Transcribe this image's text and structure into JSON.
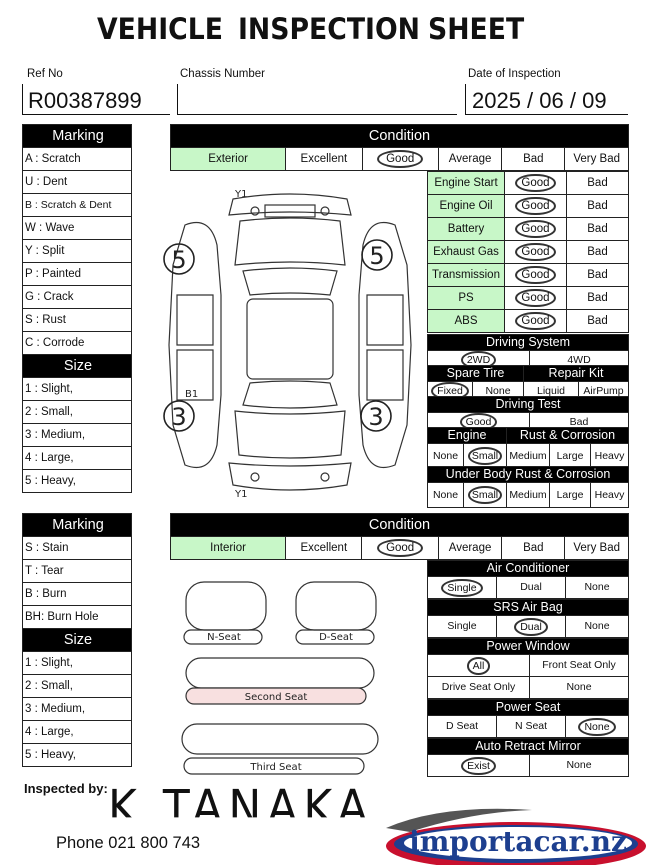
{
  "header": {
    "title_words": [
      "VEHICLE",
      "INSPECTION",
      "SHEET"
    ]
  },
  "fields": {
    "ref_label": "Ref No",
    "ref_value": "R00387899",
    "chassis_label": "Chassis Number",
    "chassis_value": "",
    "date_label": "Date of Inspection",
    "date_value": "2025 / 06 / 09"
  },
  "marking_exterior": {
    "title": "Marking",
    "items": [
      "A  : Scratch",
      "U  : Dent",
      "B  : Scratch & Dent",
      "W  : Wave",
      "Y  : Split",
      "P  : Painted",
      "G  : Crack",
      "S  : Rust",
      "C   : Corrode"
    ],
    "size_title": "Size",
    "sizes": [
      "1  : Slight,",
      "2  : Small,",
      "3  : Medium,",
      "4  : Large,",
      "5  : Heavy,"
    ]
  },
  "condition_exterior": {
    "title": "Condition",
    "grade_row": [
      "Exterior",
      "Excellent",
      "Good",
      "Average",
      "Bad",
      "Very Bad"
    ],
    "selected": "Good",
    "checks": [
      {
        "name": "Engine Start",
        "good": "Good",
        "bad": "Bad"
      },
      {
        "name": "Engine Oil",
        "good": "Good",
        "bad": "Bad"
      },
      {
        "name": "Battery",
        "good": "Good",
        "bad": "Bad"
      },
      {
        "name": "Exhaust Gas",
        "good": "Good",
        "bad": "Bad"
      },
      {
        "name": "Transmission",
        "good": "Good",
        "bad": "Bad"
      },
      {
        "name": "PS",
        "good": "Good",
        "bad": "Bad"
      },
      {
        "name": "ABS",
        "good": "Good",
        "bad": "Bad"
      }
    ]
  },
  "damage_marks": {
    "left_top": "5",
    "right_top": "5",
    "left_bottom": "3",
    "right_bottom": "3",
    "top_y": "Y1",
    "bottom_y": "Y1",
    "side_b": "B1"
  },
  "driving_system": {
    "title": "Driving System",
    "options": [
      "2WD",
      "4WD"
    ],
    "selected": "2WD"
  },
  "spare_tire": {
    "title": "Spare Tire",
    "options": [
      "Fixed",
      "None"
    ],
    "selected": "Fixed"
  },
  "repair_kit": {
    "title": "Repair Kit",
    "options": [
      "Liquid",
      "AirPump"
    ]
  },
  "driving_test": {
    "title": "Driving Test",
    "options": [
      "Good",
      "Bad"
    ],
    "selected": "Good"
  },
  "engine_rust": {
    "title": "Engine",
    "title2": "Rust & Corrosion",
    "options": [
      "None",
      "Small",
      "Medium",
      "Large",
      "Heavy"
    ],
    "selected": "Small"
  },
  "underbody_rust": {
    "title": "Under Body Rust & Corrosion",
    "options": [
      "None",
      "Small",
      "Medium",
      "Large",
      "Heavy"
    ],
    "selected": "Small"
  },
  "marking_interior": {
    "title": "Marking",
    "items": [
      "S  : Stain",
      "T  : Tear",
      "B  : Burn",
      "BH: Burn Hole"
    ],
    "size_title": "Size",
    "sizes": [
      "1  : Slight,",
      "2  : Small,",
      "3  : Medium,",
      "4  : Large,",
      "5  : Heavy,"
    ]
  },
  "condition_interior": {
    "title": "Condition",
    "grade_row": [
      "Interior",
      "Excellent",
      "Good",
      "Average",
      "Bad",
      "Very Bad"
    ],
    "selected": "Good"
  },
  "air_conditioner": {
    "title": "Air Conditioner",
    "options": [
      "Single",
      "Dual",
      "None"
    ],
    "selected": "Single"
  },
  "srs_air_bag": {
    "title": "SRS Air Bag",
    "options": [
      "Single",
      "Dual",
      "None"
    ],
    "selected": "Dual"
  },
  "power_window": {
    "title": "Power Window",
    "options": [
      "All",
      "Front Seat Only",
      "Drive Seat Only",
      "None"
    ],
    "selected": "All"
  },
  "power_seat": {
    "title": "Power Seat",
    "options": [
      "D Seat",
      "N Seat",
      "None"
    ],
    "selected": "None"
  },
  "auto_retract_mirror": {
    "title": "Auto Retract Mirror",
    "options": [
      "Exist",
      "None"
    ],
    "selected": "Exist"
  },
  "seats": {
    "n_seat": "N-Seat",
    "d_seat": "D-Seat",
    "second": "Second  Seat",
    "third": "Third   Seat"
  },
  "footer": {
    "inspected_label": "Inspected by:",
    "signature": "K TANAKA",
    "phone": "Phone  021 800 743",
    "logo_text": "importacar.nz"
  },
  "colors": {
    "green": "#c8f7c8",
    "pink": "#f8e0e0",
    "logo_red": "#c8102e",
    "logo_blue": "#1d3f8f"
  }
}
